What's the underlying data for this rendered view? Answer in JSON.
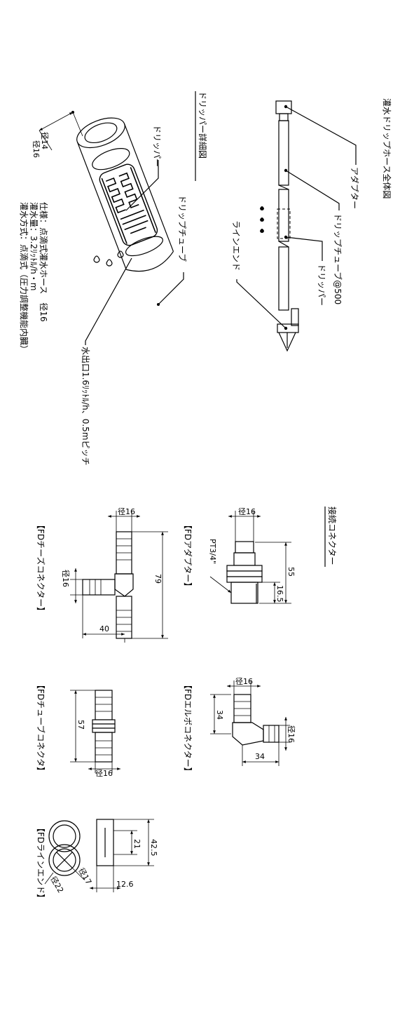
{
  "overall": {
    "title": "灌水ドリップホース全体図",
    "adapter": "アダプター",
    "drip_tube_pitch": "ドリップチューブ@500",
    "dripper": "ドリッパー",
    "line_end": "ラインエンド"
  },
  "detail": {
    "title": "ドリッパー詳細図",
    "dripper": "ドリッパー",
    "drip_tube": "ドリップチューブ",
    "outlet": "水出口1.6ﾘｯﾄﾙ/h、0.5mピッチ",
    "dia14": "径14",
    "dia16": "径16"
  },
  "spec": {
    "line1": "仕様：点滴式灌水ホース　径16",
    "line2": "灌水量：3.2ﾘｯﾄﾙ/h・m",
    "line3": "灌水方式：点滴式（圧力調整機能内臓）"
  },
  "connectors": {
    "title": "接続コネクター",
    "adapter": {
      "label": "【FDアダプター】",
      "dia": "径16",
      "dim_total": "55",
      "dim_thread": "16.5",
      "thread": "PT3/4\""
    },
    "tee": {
      "label": "【FDチーズコネクター】",
      "dia_top": "径16",
      "dia_side": "径16",
      "dim_length": "79",
      "dim_width": "40"
    },
    "elbow": {
      "label": "【FDエルボコネクター】",
      "dia_top": "径16",
      "dia_side": "径16",
      "dim_a": "34",
      "dim_b": "34"
    },
    "tube": {
      "label": "【FDチューブコネクタ】",
      "dia": "径16",
      "dim_length": "57"
    },
    "line_end": {
      "label": "【FDラインエンド】",
      "dim_height": "42.5",
      "dim_inner": "21",
      "dim_width": "12.6",
      "dia17": "径17",
      "dia22": "径22"
    }
  }
}
